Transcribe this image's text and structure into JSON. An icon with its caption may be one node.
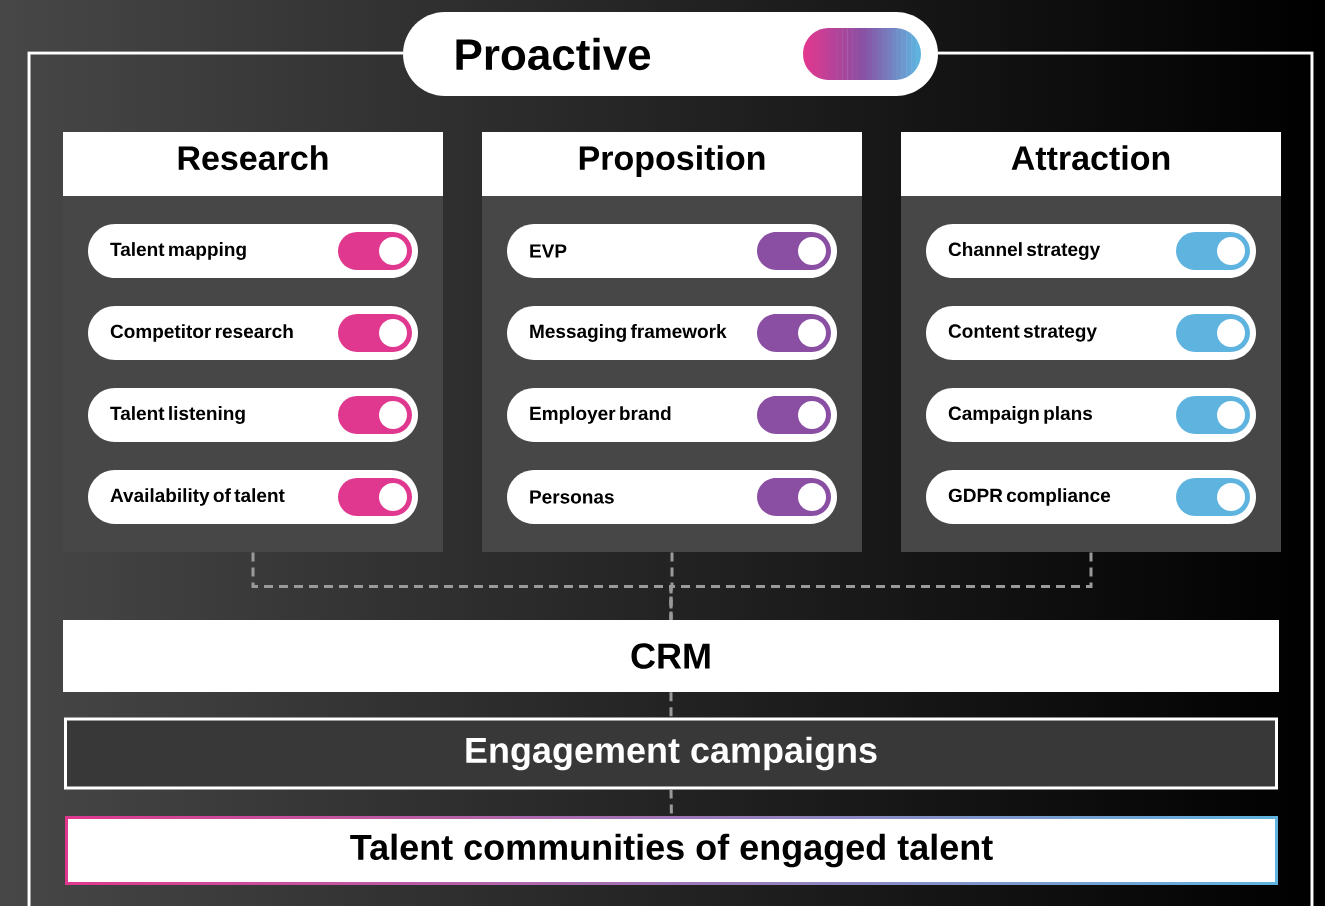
{
  "diagram": {
    "nodes": [
      {
        "text": [
          "Proactive"
        ]
      },
      {
        "text": [
          "Research"
        ],
        "in": 0
      },
      {
        "text": [
          "Talent mapping"
        ],
        "in": 1
      },
      {
        "text": [
          "Competitor research"
        ],
        "in": 1
      },
      {
        "text": [
          "Talent listening"
        ],
        "in": 1
      },
      {
        "text": [
          "Availability of talent"
        ],
        "in": 1
      },
      {
        "text": [
          "Proposition"
        ],
        "in": 0
      },
      {
        "text": [
          "EVP"
        ],
        "in": 6
      },
      {
        "text": [
          "Messaging framework"
        ],
        "in": 6
      },
      {
        "text": [
          "Employer brand"
        ],
        "in": 6
      },
      {
        "text": [
          "Personas"
        ],
        "in": 6
      },
      {
        "text": [
          "Attraction"
        ],
        "in": 0
      },
      {
        "text": [
          "Channel strategy"
        ],
        "in": 11
      },
      {
        "text": [
          "Content strategy"
        ],
        "in": 11
      },
      {
        "text": [
          "Campaign plans"
        ],
        "in": 11
      },
      {
        "text": [
          "GDPR compliance"
        ],
        "in": 11
      },
      {
        "text": [
          "CRM"
        ],
        "in": 0
      },
      {
        "text": [
          "Engagement campaigns"
        ],
        "in": 0
      },
      {
        "text": [
          "Talent communities of engaged talent"
        ],
        "in": 0
      }
    ],
    "edges": [
      {
        "from": 1,
        "to": 16,
        "arrow": "none",
        "style": "dashed"
      },
      {
        "from": 6,
        "to": 16,
        "arrow": "none",
        "style": "dashed"
      },
      {
        "from": 11,
        "to": 16,
        "arrow": "none",
        "style": "dashed"
      },
      {
        "from": 16,
        "to": 17,
        "arrow": "none",
        "style": "dashed"
      },
      {
        "from": 17,
        "to": 18,
        "arrow": "none",
        "style": "dashed"
      }
    ]
  }
}
